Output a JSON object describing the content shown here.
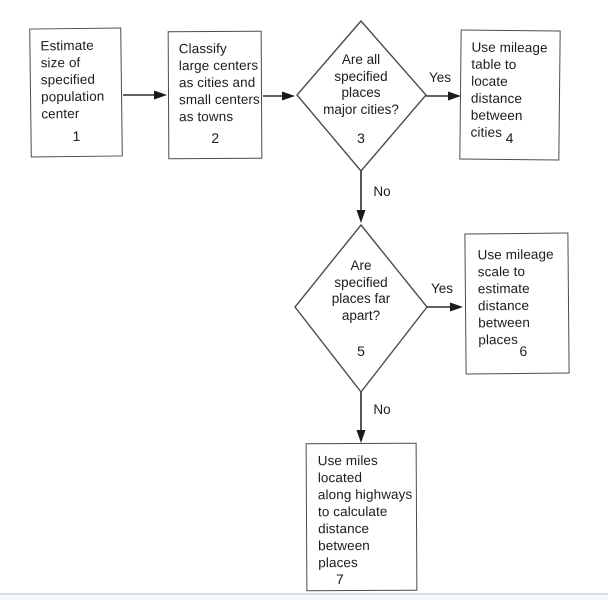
{
  "flowchart": {
    "nodes": [
      {
        "id": "1",
        "shape": "rectangle",
        "label": "Estimate\nsize of\nspecified\npopulation\ncenter",
        "number": "1"
      },
      {
        "id": "2",
        "shape": "rectangle",
        "label": "Classify\nlarge centers\nas cities and\nsmall centers\nas towns",
        "number": "2"
      },
      {
        "id": "3",
        "shape": "diamond",
        "label": "Are all\nspecified\nplaces\nmajor cities?",
        "number": "3"
      },
      {
        "id": "4",
        "shape": "rectangle",
        "label": "Use mileage\ntable to\nlocate\ndistance\nbetween\ncities",
        "number": "4"
      },
      {
        "id": "5",
        "shape": "diamond",
        "label": "Are\nspecified\nplaces far\napart?",
        "number": "5"
      },
      {
        "id": "6",
        "shape": "rectangle",
        "label": "Use mileage\nscale to\nestimate\ndistance\nbetween\nplaces",
        "number": "6"
      },
      {
        "id": "7",
        "shape": "rectangle",
        "label": "Use miles\nlocated\nalong highways\nto calculate\ndistance\nbetween\nplaces",
        "number": "7"
      }
    ],
    "edges": [
      {
        "from": "1",
        "to": "2",
        "label": ""
      },
      {
        "from": "2",
        "to": "3",
        "label": ""
      },
      {
        "from": "3",
        "to": "4",
        "label": "Yes"
      },
      {
        "from": "3",
        "to": "5",
        "label": "No"
      },
      {
        "from": "5",
        "to": "6",
        "label": "Yes"
      },
      {
        "from": "5",
        "to": "7",
        "label": "No"
      }
    ]
  },
  "colors": {
    "ink": "#1c1c1c",
    "connector": "#2e2e2e",
    "node_border": "#4d4d4d",
    "background": "#ffffff",
    "footer_rule": "#d6dde3"
  }
}
